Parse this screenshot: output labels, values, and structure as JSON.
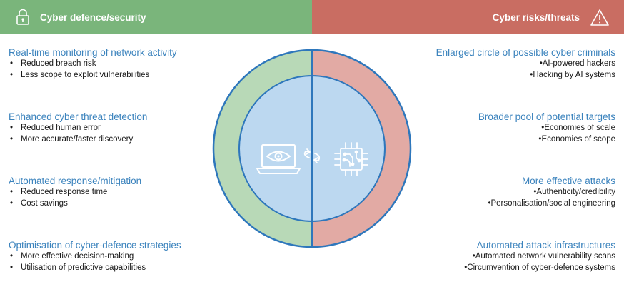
{
  "header": {
    "left_title": "Cyber defence/security",
    "right_title": "Cyber risks/threats",
    "left_color": "#7ab57b",
    "right_color": "#c96d62",
    "left_icon": "padlock-icon",
    "right_icon": "warning-triangle-icon"
  },
  "defence": [
    {
      "title": "Real-time monitoring of network activity",
      "bullets": [
        "Reduced breach risk",
        "Less scope to exploit vulnerabilities"
      ]
    },
    {
      "title": "Enhanced cyber threat detection",
      "bullets": [
        "Reduced human error",
        "More accurate/faster discovery"
      ]
    },
    {
      "title": "Automated response/mitigation",
      "bullets": [
        "Reduced response time",
        "Cost savings"
      ]
    },
    {
      "title": "Optimisation of cyber-defence strategies",
      "bullets": [
        "More effective decision-making",
        "Utilisation of predictive capabilities"
      ]
    }
  ],
  "threats": [
    {
      "title": "Enlarged circle of possible cyber criminals",
      "bullets": [
        "AI-powered hackers",
        "Hacking by AI systems"
      ]
    },
    {
      "title": "Broader pool of potential targets",
      "bullets": [
        "Economies of scale",
        "Economies of scope"
      ]
    },
    {
      "title": "More effective attacks",
      "bullets": [
        "Authenticity/credibility",
        "Personalisation/social engineering"
      ]
    },
    {
      "title": "Automated attack infrastructures",
      "bullets": [
        "Automated network vulnerability scans",
        "Circumvention of cyber-defence systems"
      ]
    }
  ],
  "center": {
    "left_icon": "laptop-eye-icon",
    "middle_icon": "exchange-arrows-icon",
    "right_icon": "ai-chip-icon",
    "ring_left_color": "#b8d9b7",
    "ring_right_color": "#e2aaa4",
    "inner_color": "#bcd8f0",
    "outline_color": "#2e77bc"
  }
}
